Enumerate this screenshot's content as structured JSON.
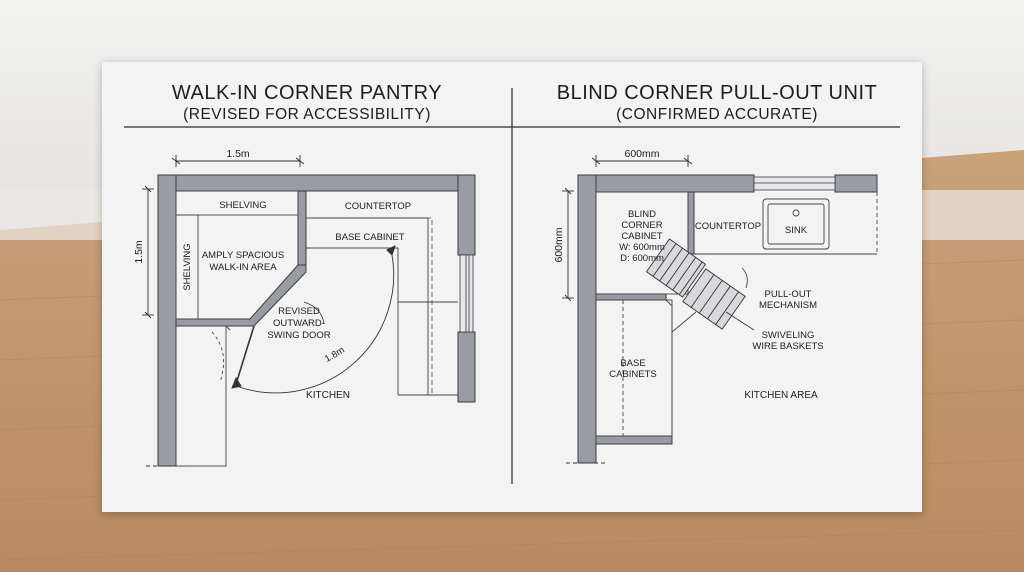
{
  "left_panel": {
    "title": "WALK-IN CORNER PANTRY",
    "subtitle": "(REVISED FOR ACCESSIBILITY)",
    "dim_width": "1.5m",
    "dim_height": "1.5m",
    "labels": {
      "shelving_top": "SHELVING",
      "shelving_side": "SHELVING",
      "countertop": "COUNTERTOP",
      "base_cabinet": "BASE CABINET",
      "walk_in_line1": "AMPLY SPACIOUS",
      "walk_in_line2": "WALK-IN AREA",
      "door_line1": "REVISED",
      "door_line2": "OUTWARD-",
      "door_line3": "SWING DOOR",
      "door_swing": "1.8m",
      "kitchen": "KITCHEN"
    }
  },
  "right_panel": {
    "title": "BLIND CORNER PULL-OUT UNIT",
    "subtitle": "(CONFIRMED ACCURATE)",
    "dim_width": "600mm",
    "dim_height": "600mm",
    "labels": {
      "blind_line1": "BLIND",
      "blind_line2": "CORNER",
      "blind_line3": "CABINET",
      "blind_line4": "W: 600mm",
      "blind_line5": "D: 600mm",
      "countertop": "COUNTERTOP",
      "sink": "SINK",
      "pullout_line1": "PULL-OUT",
      "pullout_line2": "MECHANISM",
      "baskets_line1": "SWIVELING",
      "baskets_line2": "WIRE BASKETS",
      "base_line1": "BASE",
      "base_line2": "CABINETS",
      "kitchen_area": "KITCHEN AREA"
    }
  }
}
